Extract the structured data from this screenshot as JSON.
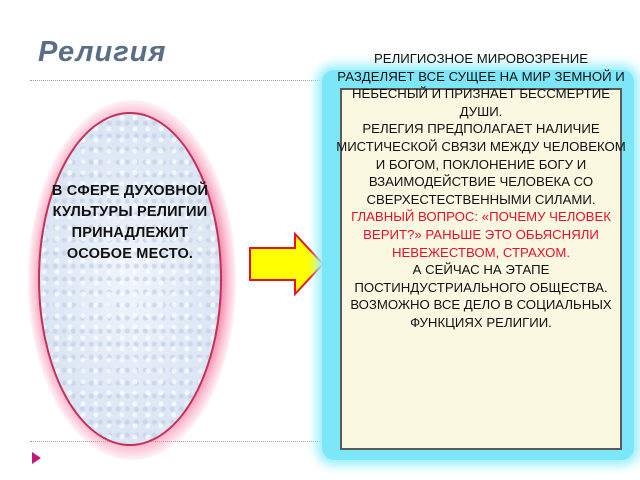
{
  "slide": {
    "title": "Религия"
  },
  "oval": {
    "text": "В СФЕРЕ ДУХОВНОЙ КУЛЬТУРЫ РЕЛИГИИ ПРИНАДЛЕЖИТ ОСОБОЕ МЕСТО."
  },
  "box": {
    "p1": "РЕЛИГИОЗНОЕ МИРОВОЗРЕНИЕ РАЗДЕЛЯЕТ ВСЕ СУЩЕЕ НА МИР ЗЕМНОЙ И НЕБЕСНЫЙ И ПРИЗНАЕТ БЕССМЕРТИЕ ДУШИ.",
    "p2": "РЕЛЕГИЯ ПРЕДПОЛАГАЕТ НАЛИЧИЕ МИСТИЧЕСКОЙ СВЯЗИ МЕЖДУ ЧЕЛОВЕКОМ И БОГОМ, ПОКЛОНЕНИЕ БОГУ И ВЗАИМОДЕЙСТВИЕ ЧЕЛОВЕКА СО СВЕРХЕСТЕСТВЕННЫМИ СИЛАМИ.",
    "p3": "ГЛАВНЫЙ ВОПРОС: «ПОЧЕМУ ЧЕЛОВЕК ВЕРИТ?» РАНЬШЕ ЭТО ОБЬЯСНЯЛИ НЕВЕЖЕСТВОМ, СТРАХОМ.",
    "p4": "А СЕЙЧАС НА ЭТАПЕ ПОСТИНДУСТРИАЛЬНОГО ОБЩЕСТВА.",
    "p5": "ВОЗМОЖНО ВСЕ ДЕЛО В СОЦИАЛЬНЫХ ФУНКЦИЯХ РЕЛИГИИ."
  },
  "colors": {
    "title": "#5a6f86",
    "highlight_red": "#e8112b",
    "oval_border": "#e83a6f",
    "box_glow": "#7ce7f8",
    "box_fill": "#fbf8e2",
    "arrow_fill": "#ffff00",
    "arrow_stroke": "#e8112b",
    "bullet": "#c2187a"
  },
  "icons": {
    "arrow": "right-arrow-icon",
    "bullet": "triangle-bullet-icon"
  }
}
